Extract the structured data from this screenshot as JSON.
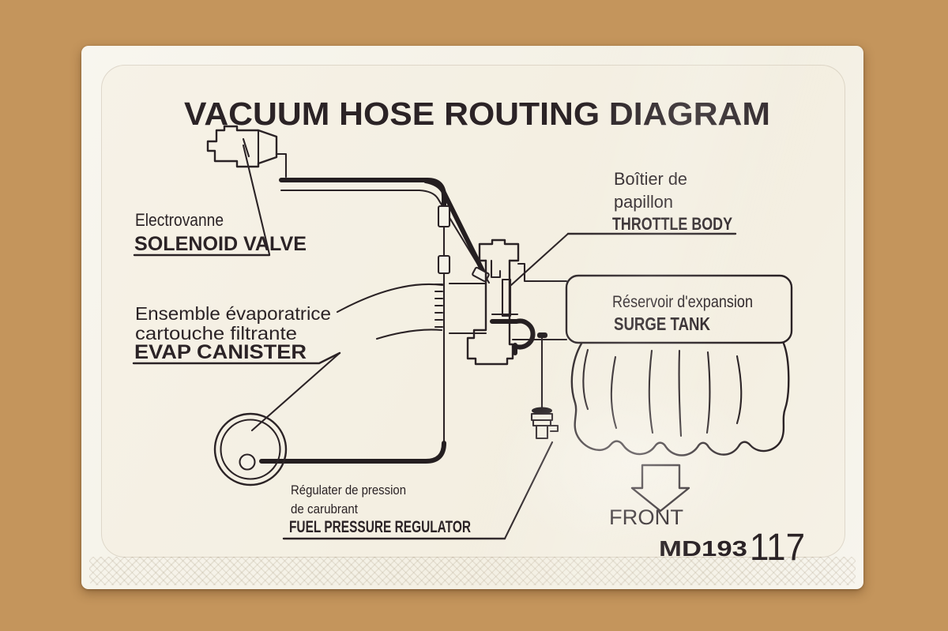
{
  "sticker": {
    "title": "VACUUM HOSE ROUTING DIAGRAM",
    "labels": {
      "solenoid_valve": {
        "fr": "Electrovanne",
        "en": "SOLENOID VALVE"
      },
      "throttle_body": {
        "fr1": "Boîtier de",
        "fr2": "papillon",
        "en": "THROTTLE BODY"
      },
      "evap_canister": {
        "fr1": "Ensemble évaporatrice",
        "fr2": "cartouche filtrante",
        "en": "EVAP CANISTER"
      },
      "surge_tank": {
        "fr": "Réservoir d'expansion",
        "en": "SURGE TANK"
      },
      "fuel_pressure_regulator": {
        "fr1": "Régulater de pression",
        "fr2": "de carubrant",
        "en": "FUEL PRESSURE REGULATOR"
      }
    },
    "front_label": "FRONT",
    "part_number": {
      "prefix": "MD193",
      "suffix": "117"
    },
    "colors": {
      "ink": "#2b2326",
      "sticker_base": "#f5f2e8",
      "wood": "#c4955c"
    }
  }
}
